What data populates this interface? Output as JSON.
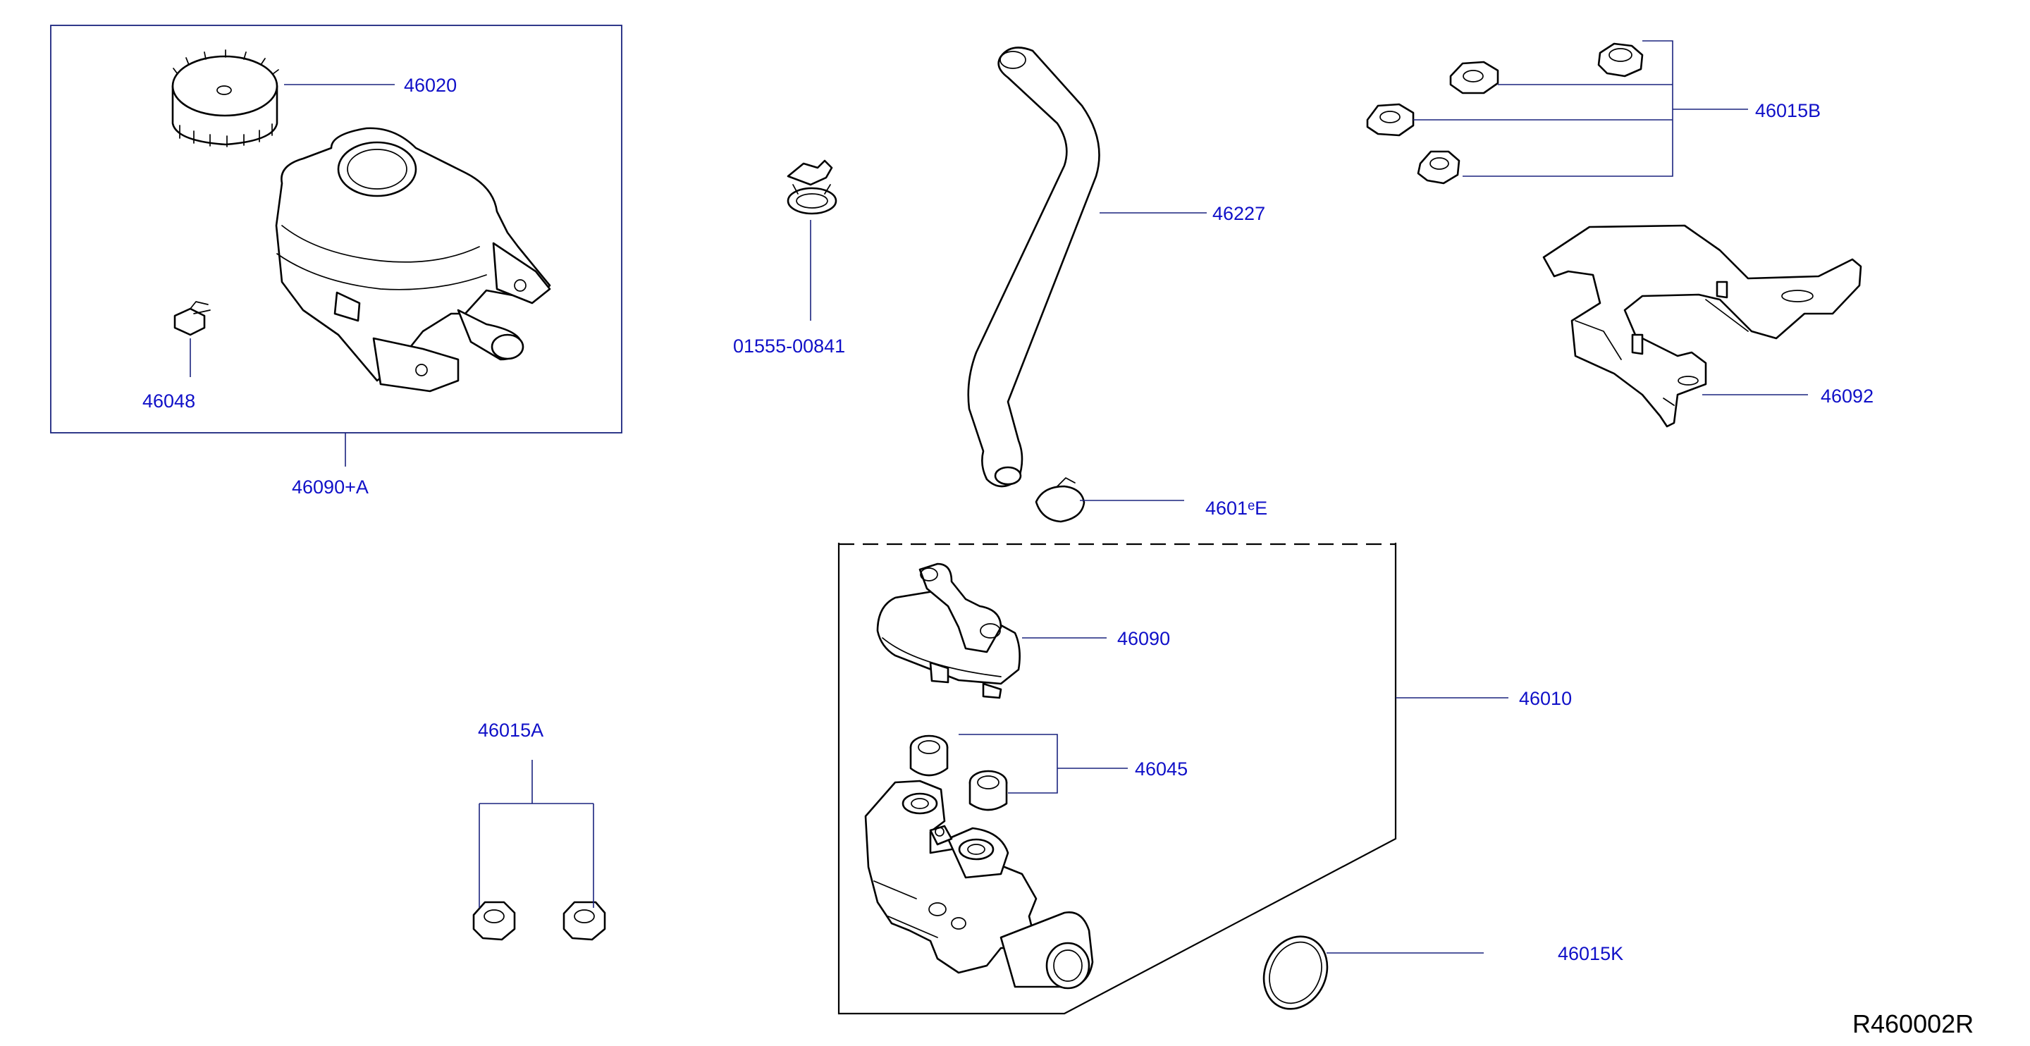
{
  "labels": {
    "p46020": "46020",
    "p46048": "46048",
    "p46090A": "46090+A",
    "p01555": "01555-00841",
    "p46227": "46227",
    "p46015E": "4601ᵉE",
    "p46015B": "46015B",
    "p46092": "46092",
    "p46090": "46090",
    "p46010": "46010",
    "p46045": "46045",
    "p46015A": "46015A",
    "p46015K": "46015K"
  },
  "diagram_ref": "R460002R",
  "colors": {
    "label": "#1010c8",
    "leader": "#1a237e",
    "linework": "#000000"
  }
}
